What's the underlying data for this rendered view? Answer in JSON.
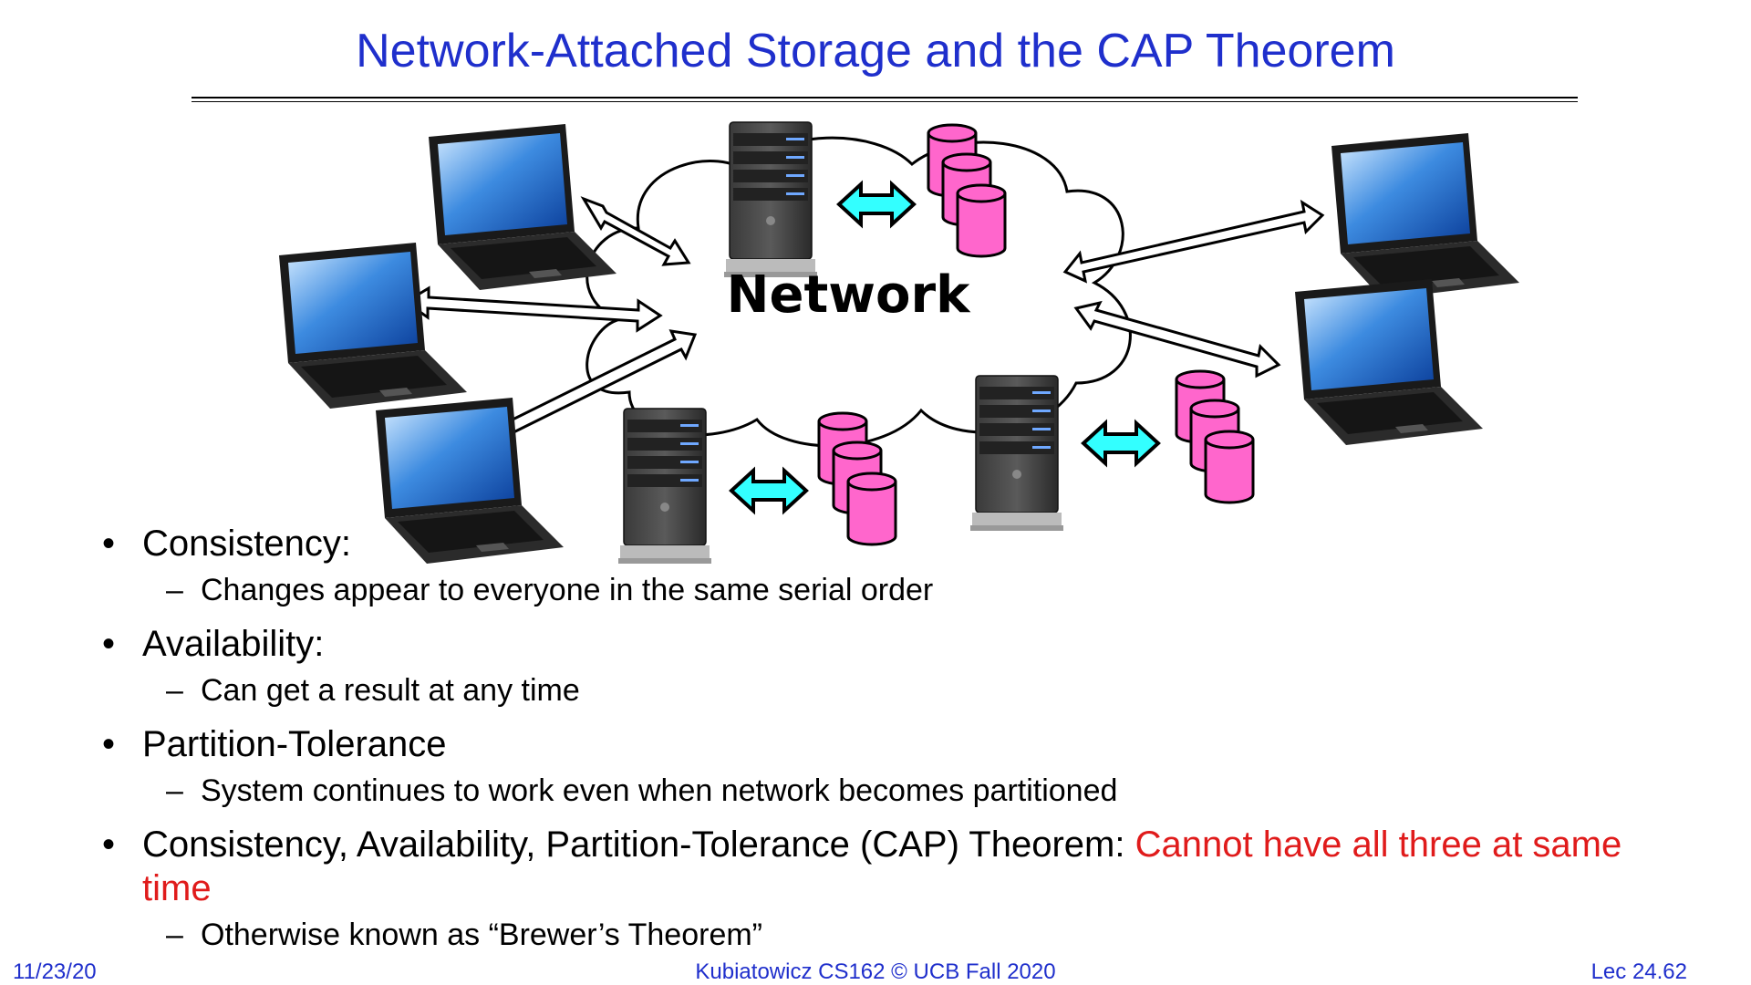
{
  "slide": {
    "title": "Network-Attached Storage and the CAP Theorem",
    "network_label": "Network",
    "bullets": [
      {
        "text": "Consistency:",
        "sub": "Changes appear to everyone in the same serial order"
      },
      {
        "text": "Availability:",
        "sub": "Can get a result at any time"
      },
      {
        "text": "Partition-Tolerance",
        "sub": "System continues to work even when network becomes partitioned"
      },
      {
        "text": "Consistency, Availability, Partition-Tolerance (CAP) Theorem: ",
        "highlight": "Cannot have all three at same time",
        "sub": "Otherwise known as “Brewer’s Theorem”"
      }
    ],
    "footer": {
      "date": "11/23/20",
      "center": "Kubiatowicz CS162 © UCB Fall 2020",
      "page": "Lec 24.62"
    }
  },
  "colors": {
    "title": "#1f2fcc",
    "highlight": "#e01b1b",
    "disk": "#ff66cc",
    "link_arrow": "#33ffff"
  },
  "icons": {
    "laptop": "laptop-icon",
    "server": "server-icon",
    "disk": "disk-icon",
    "cloud": "network-cloud"
  }
}
